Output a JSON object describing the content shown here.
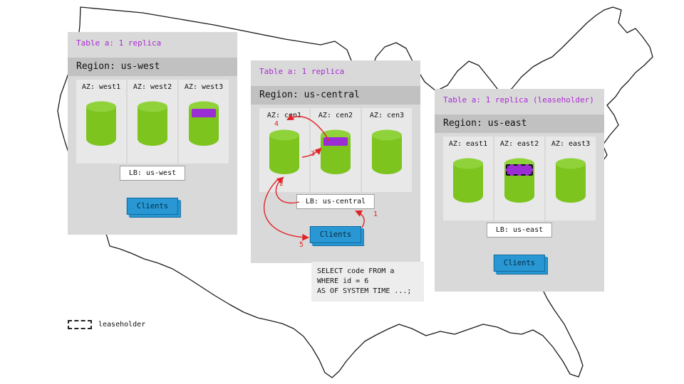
{
  "legend": {
    "label": "leaseholder"
  },
  "sql": {
    "lines": [
      "SELECT code FROM a",
      "WHERE id = 6",
      "AS OF SYSTEM TIME ...;"
    ]
  },
  "steps": {
    "s1": "1",
    "s2": "2",
    "s3": "3",
    "s4": "4",
    "s5": "5"
  },
  "regions": {
    "west": {
      "table_label": "Table a: 1 replica",
      "region_label": "Region: us-west",
      "az1": "AZ: west1",
      "az2": "AZ: west2",
      "az3": "AZ: west3",
      "lb": "LB: us-west",
      "clients": "Clients"
    },
    "central": {
      "table_label": "Table a: 1 replica",
      "region_label": "Region: us-central",
      "az1": "AZ: cen1",
      "az2": "AZ: cen2",
      "az3": "AZ: cen3",
      "lb": "LB: us-central",
      "clients": "Clients"
    },
    "east": {
      "table_label": "Table a: 1 replica (leaseholder)",
      "region_label": "Region: us-east",
      "az1": "AZ: east1",
      "az2": "AZ: east2",
      "az3": "AZ: east3",
      "lb": "LB: us-east",
      "clients": "Clients"
    }
  },
  "colors": {
    "panel_bg": "#d9d9d9",
    "region_band": "#c1c1c1",
    "az_bg": "#e8e8e8",
    "cylinder_green": "#7dc41f",
    "replica_purple": "#9a2dd4",
    "clients_blue": "#2897d3",
    "arrow_red": "#e02428",
    "title_purple": "#ab2ad6"
  }
}
